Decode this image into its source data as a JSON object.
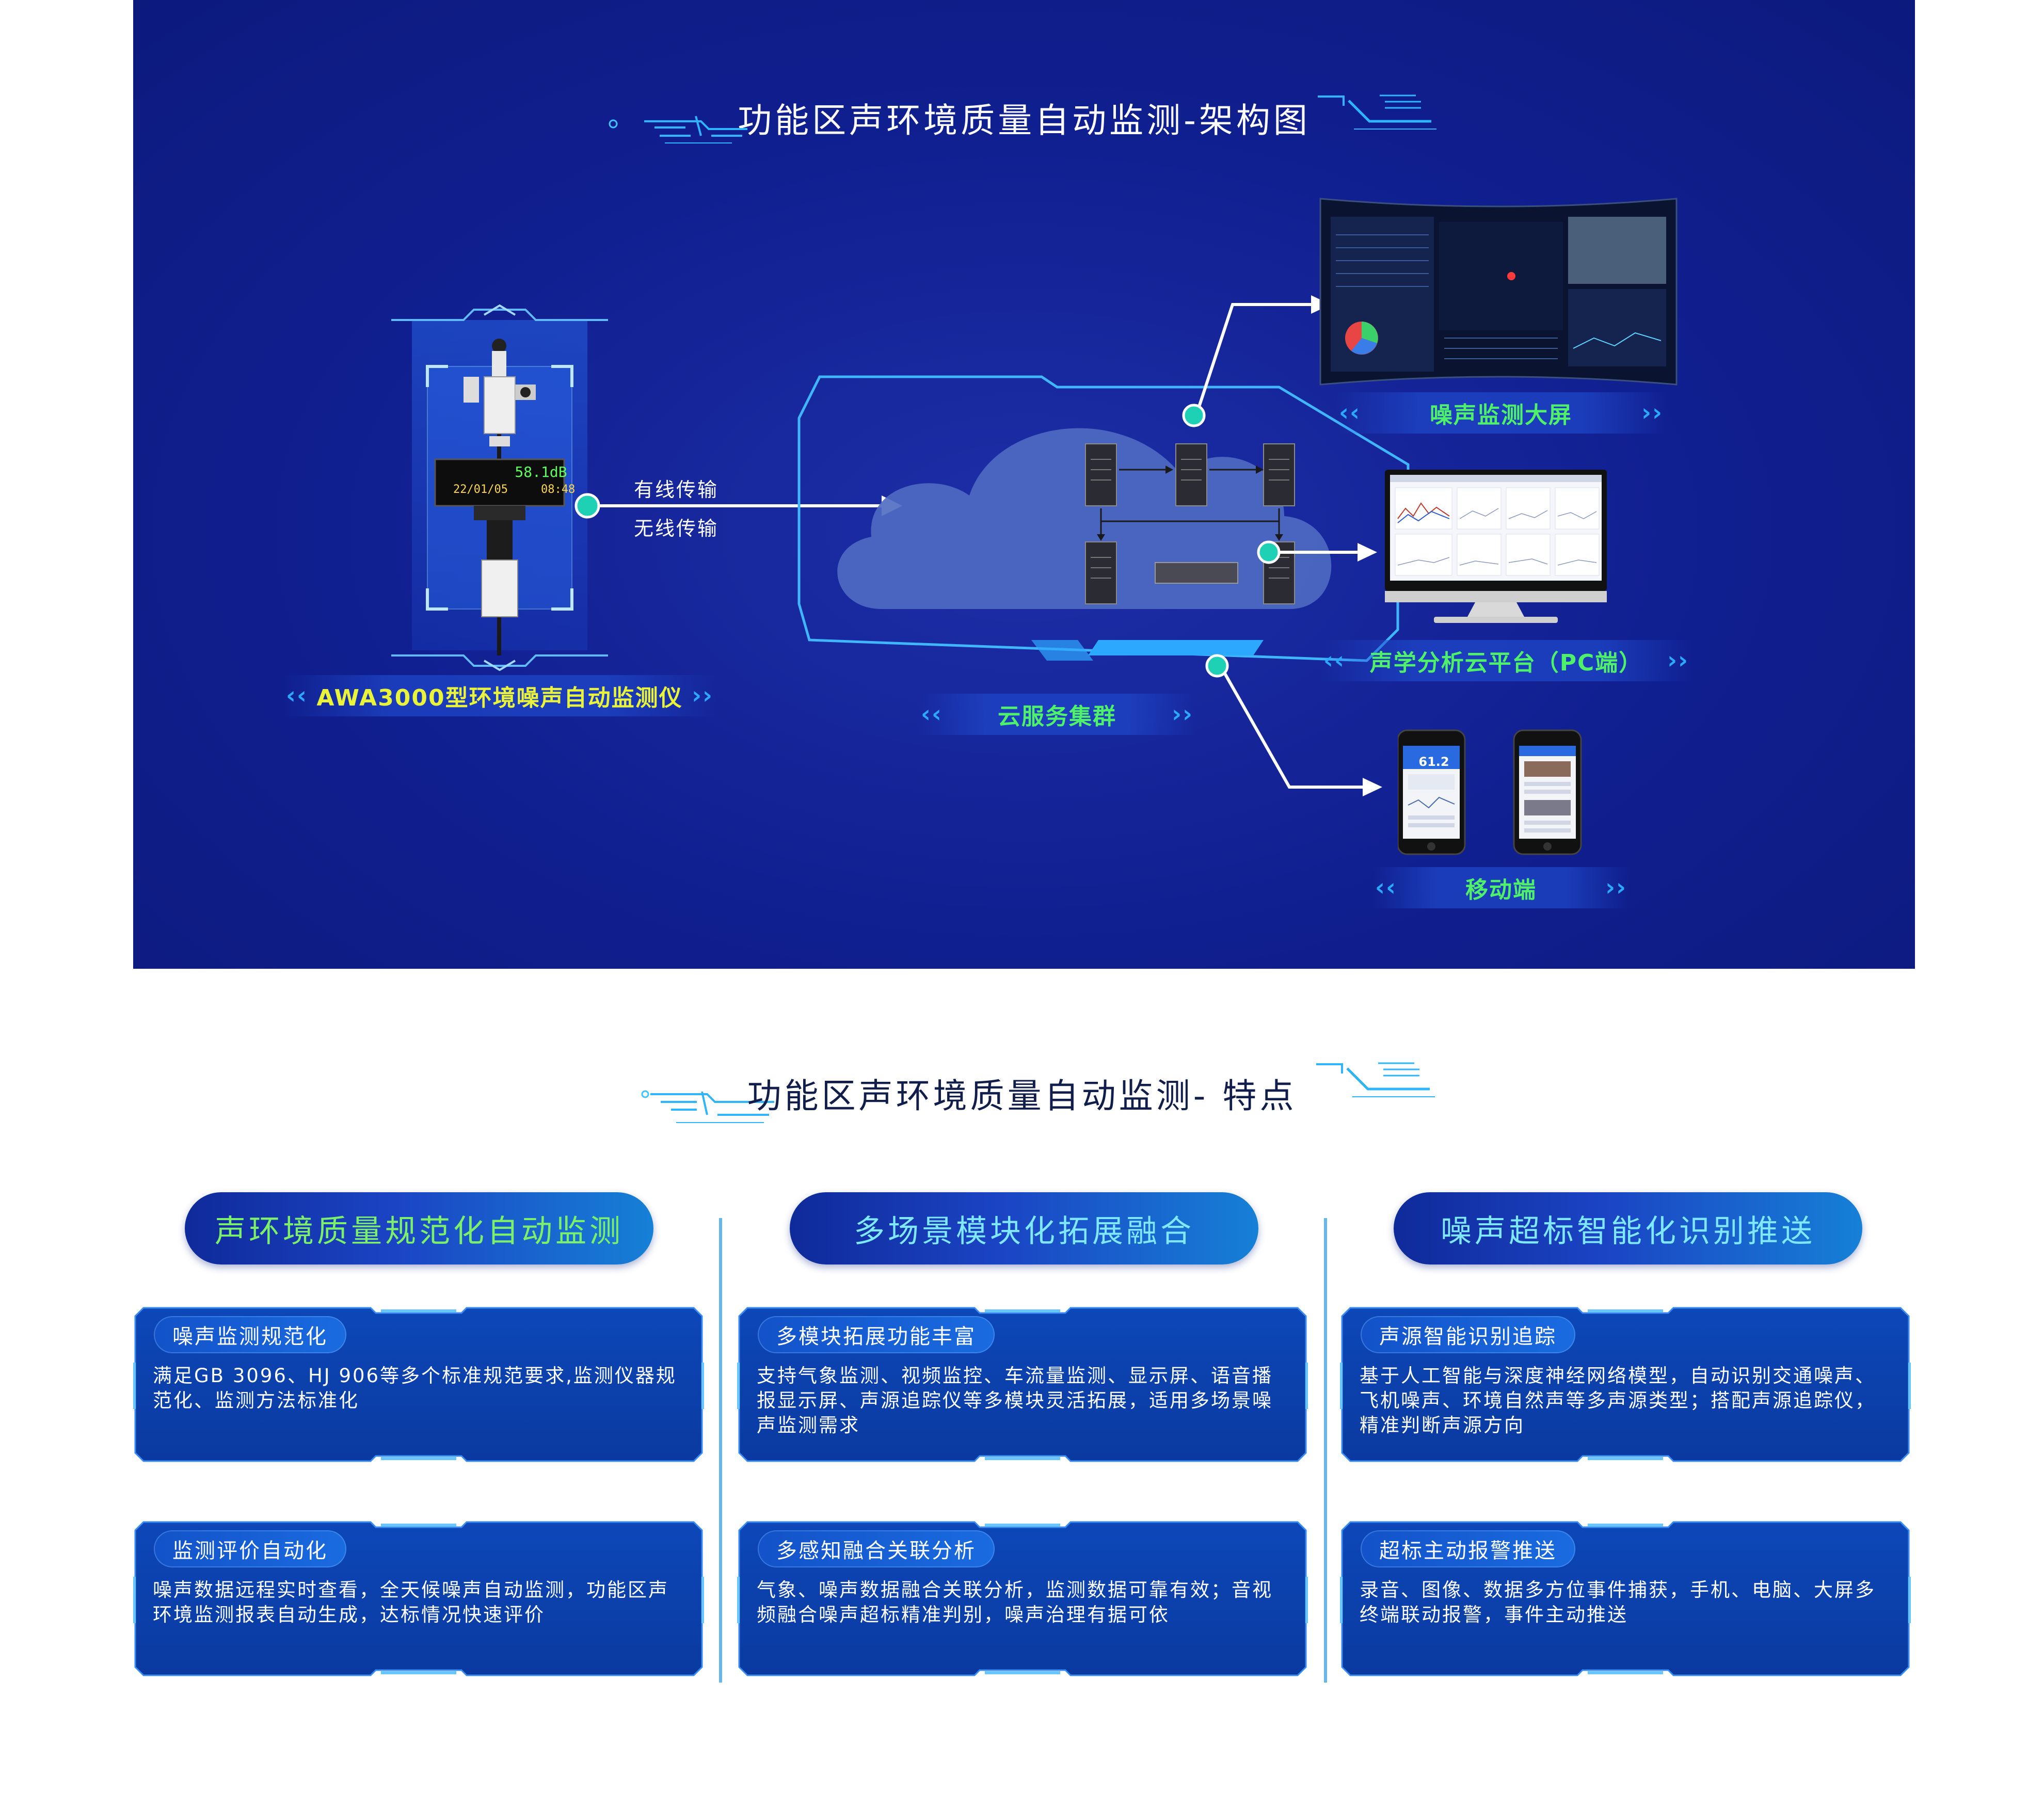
{
  "architecture": {
    "title": "功能区声环境质量自动监测-架构图",
    "device": {
      "label": "AWA3000型环境噪声自动监测仪",
      "display_value": "58.1dB",
      "display_date": "22/01/05",
      "display_time": "08:48"
    },
    "transmission": {
      "wired": "有线传输",
      "wireless": "无线传输"
    },
    "cloud": {
      "label": "云服务集群"
    },
    "outputs": [
      {
        "label": "噪声监测大屏"
      },
      {
        "label": "声学分析云平台（PC端）"
      },
      {
        "label": "移动端",
        "phone_reading": "61.2"
      }
    ]
  },
  "features": {
    "title": "功能区声环境质量自动监测- 特点",
    "columns": [
      {
        "heading": "声环境质量规范化自动监测",
        "cards": [
          {
            "tag": "噪声监测规范化",
            "text": "满足GB 3096、HJ 906等多个标准规范要求,监测仪器规范化、监测方法标准化"
          },
          {
            "tag": "监测评价自动化",
            "text": "噪声数据远程实时查看，全天候噪声自动监测，功能区声环境监测报表自动生成，达标情况快速评价"
          }
        ]
      },
      {
        "heading": "多场景模块化拓展融合",
        "cards": [
          {
            "tag": "多模块拓展功能丰富",
            "text": "支持气象监测、视频监控、车流量监测、显示屏、语音播报显示屏、声源追踪仪等多模块灵活拓展，适用多场景噪声监测需求"
          },
          {
            "tag": "多感知融合关联分析",
            "text": "气象、噪声数据融合关联分析，监测数据可靠有效；音视频融合噪声超标精准判别，噪声治理有据可依"
          }
        ]
      },
      {
        "heading": "噪声超标智能化识别推送",
        "cards": [
          {
            "tag": "声源智能识别追踪",
            "text": "基于人工智能与深度神经网络模型，自动识别交通噪声、飞机噪声、环境自然声等多声源类型；搭配声源追踪仪，精准判断声源方向"
          },
          {
            "tag": "超标主动报警推送",
            "text": "录音、图像、数据多方位事件捕获，手机、电脑、大屏多终端联动报警，事件主动推送"
          }
        ]
      }
    ]
  },
  "colors": {
    "panel_bg": "#101f8f",
    "label_green": "#4ff06a",
    "label_yellow": "#e9f33a",
    "accent_cyan": "#2ba8ff",
    "card_blue": "#0a3aa8"
  }
}
